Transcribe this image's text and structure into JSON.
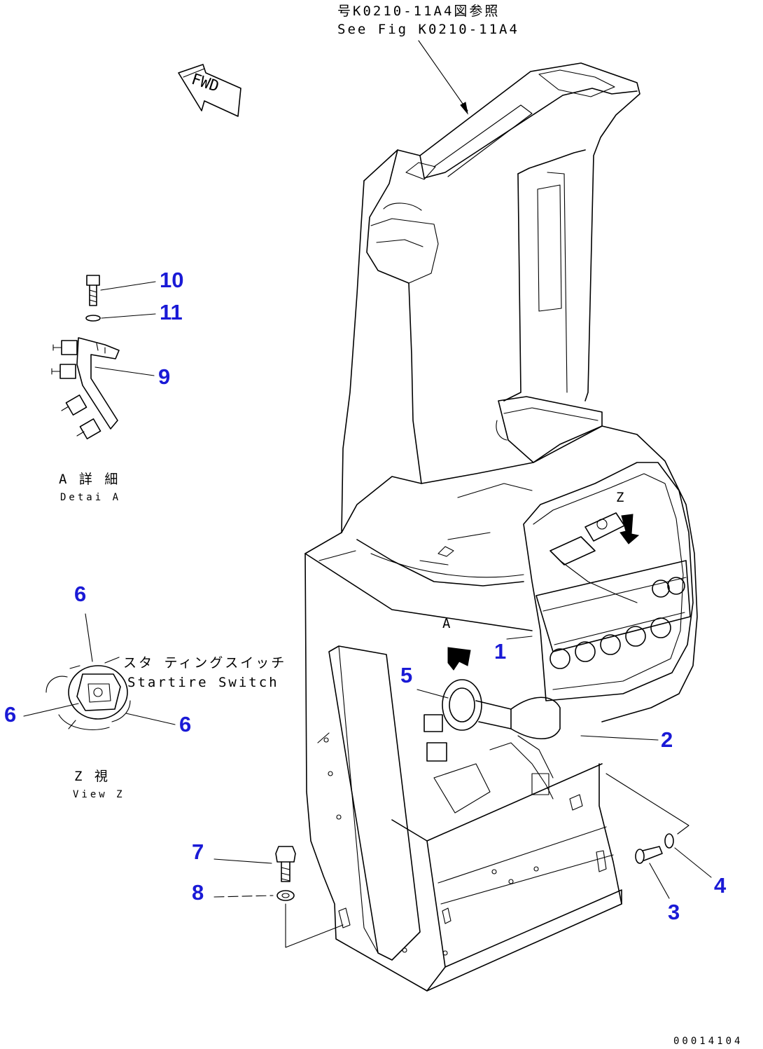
{
  "references": {
    "top_jp": "号K0210-11A4図参照",
    "top_en": "See Fig K0210-11A4"
  },
  "direction_arrow": {
    "label": "FWD"
  },
  "detail_a": {
    "title_jp": "A 詳 細",
    "title_en": "Detai A"
  },
  "view_z": {
    "title_jp": "Z 視",
    "title_en": "View Z",
    "switch_jp": "スタ ティングスイッチ",
    "switch_en": "Startire Switch"
  },
  "view_markers": {
    "z": "Z",
    "a": "A"
  },
  "callouts": {
    "c1": "1",
    "c2": "2",
    "c3": "3",
    "c4": "4",
    "c5": "5",
    "c6_top": "6",
    "c6_left": "6",
    "c6_right": "6",
    "c7": "7",
    "c8": "8",
    "c9": "9",
    "c10": "10",
    "c11": "11"
  },
  "drawing_number": "00014104",
  "colors": {
    "callout": "#1a1ad6",
    "line": "#000000"
  }
}
